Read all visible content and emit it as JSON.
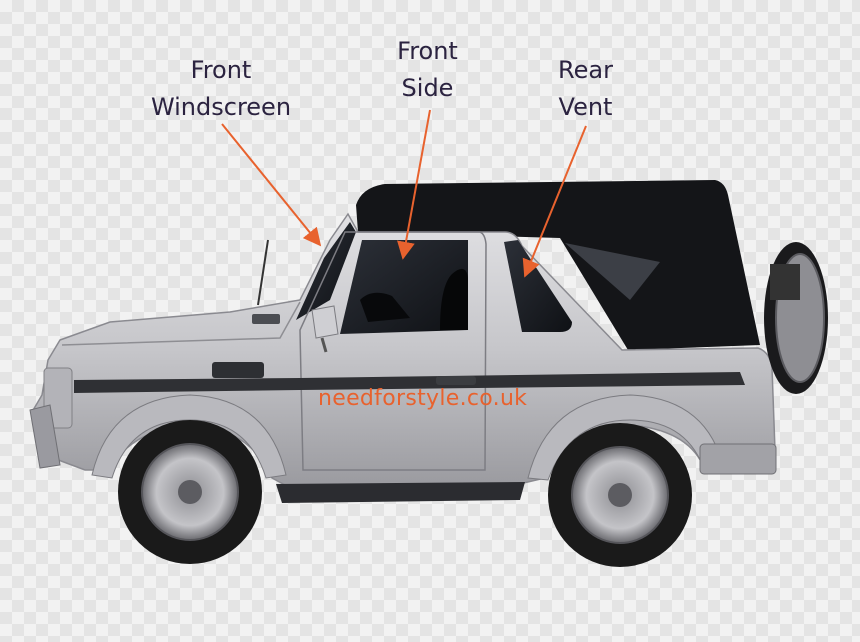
{
  "labels": {
    "front_windscreen": [
      "Front",
      "Windscreen"
    ],
    "front_side": [
      "Front",
      "Side"
    ],
    "rear_vent": [
      "Rear",
      "Vent"
    ]
  },
  "watermark": "needforstyle.co.uk",
  "colors": {
    "label_text": "#2b2340",
    "arrow": "#e8622e",
    "body_silver": "#c9c9cd",
    "soft_top": "#141518",
    "tire": "#1a1a1a"
  }
}
